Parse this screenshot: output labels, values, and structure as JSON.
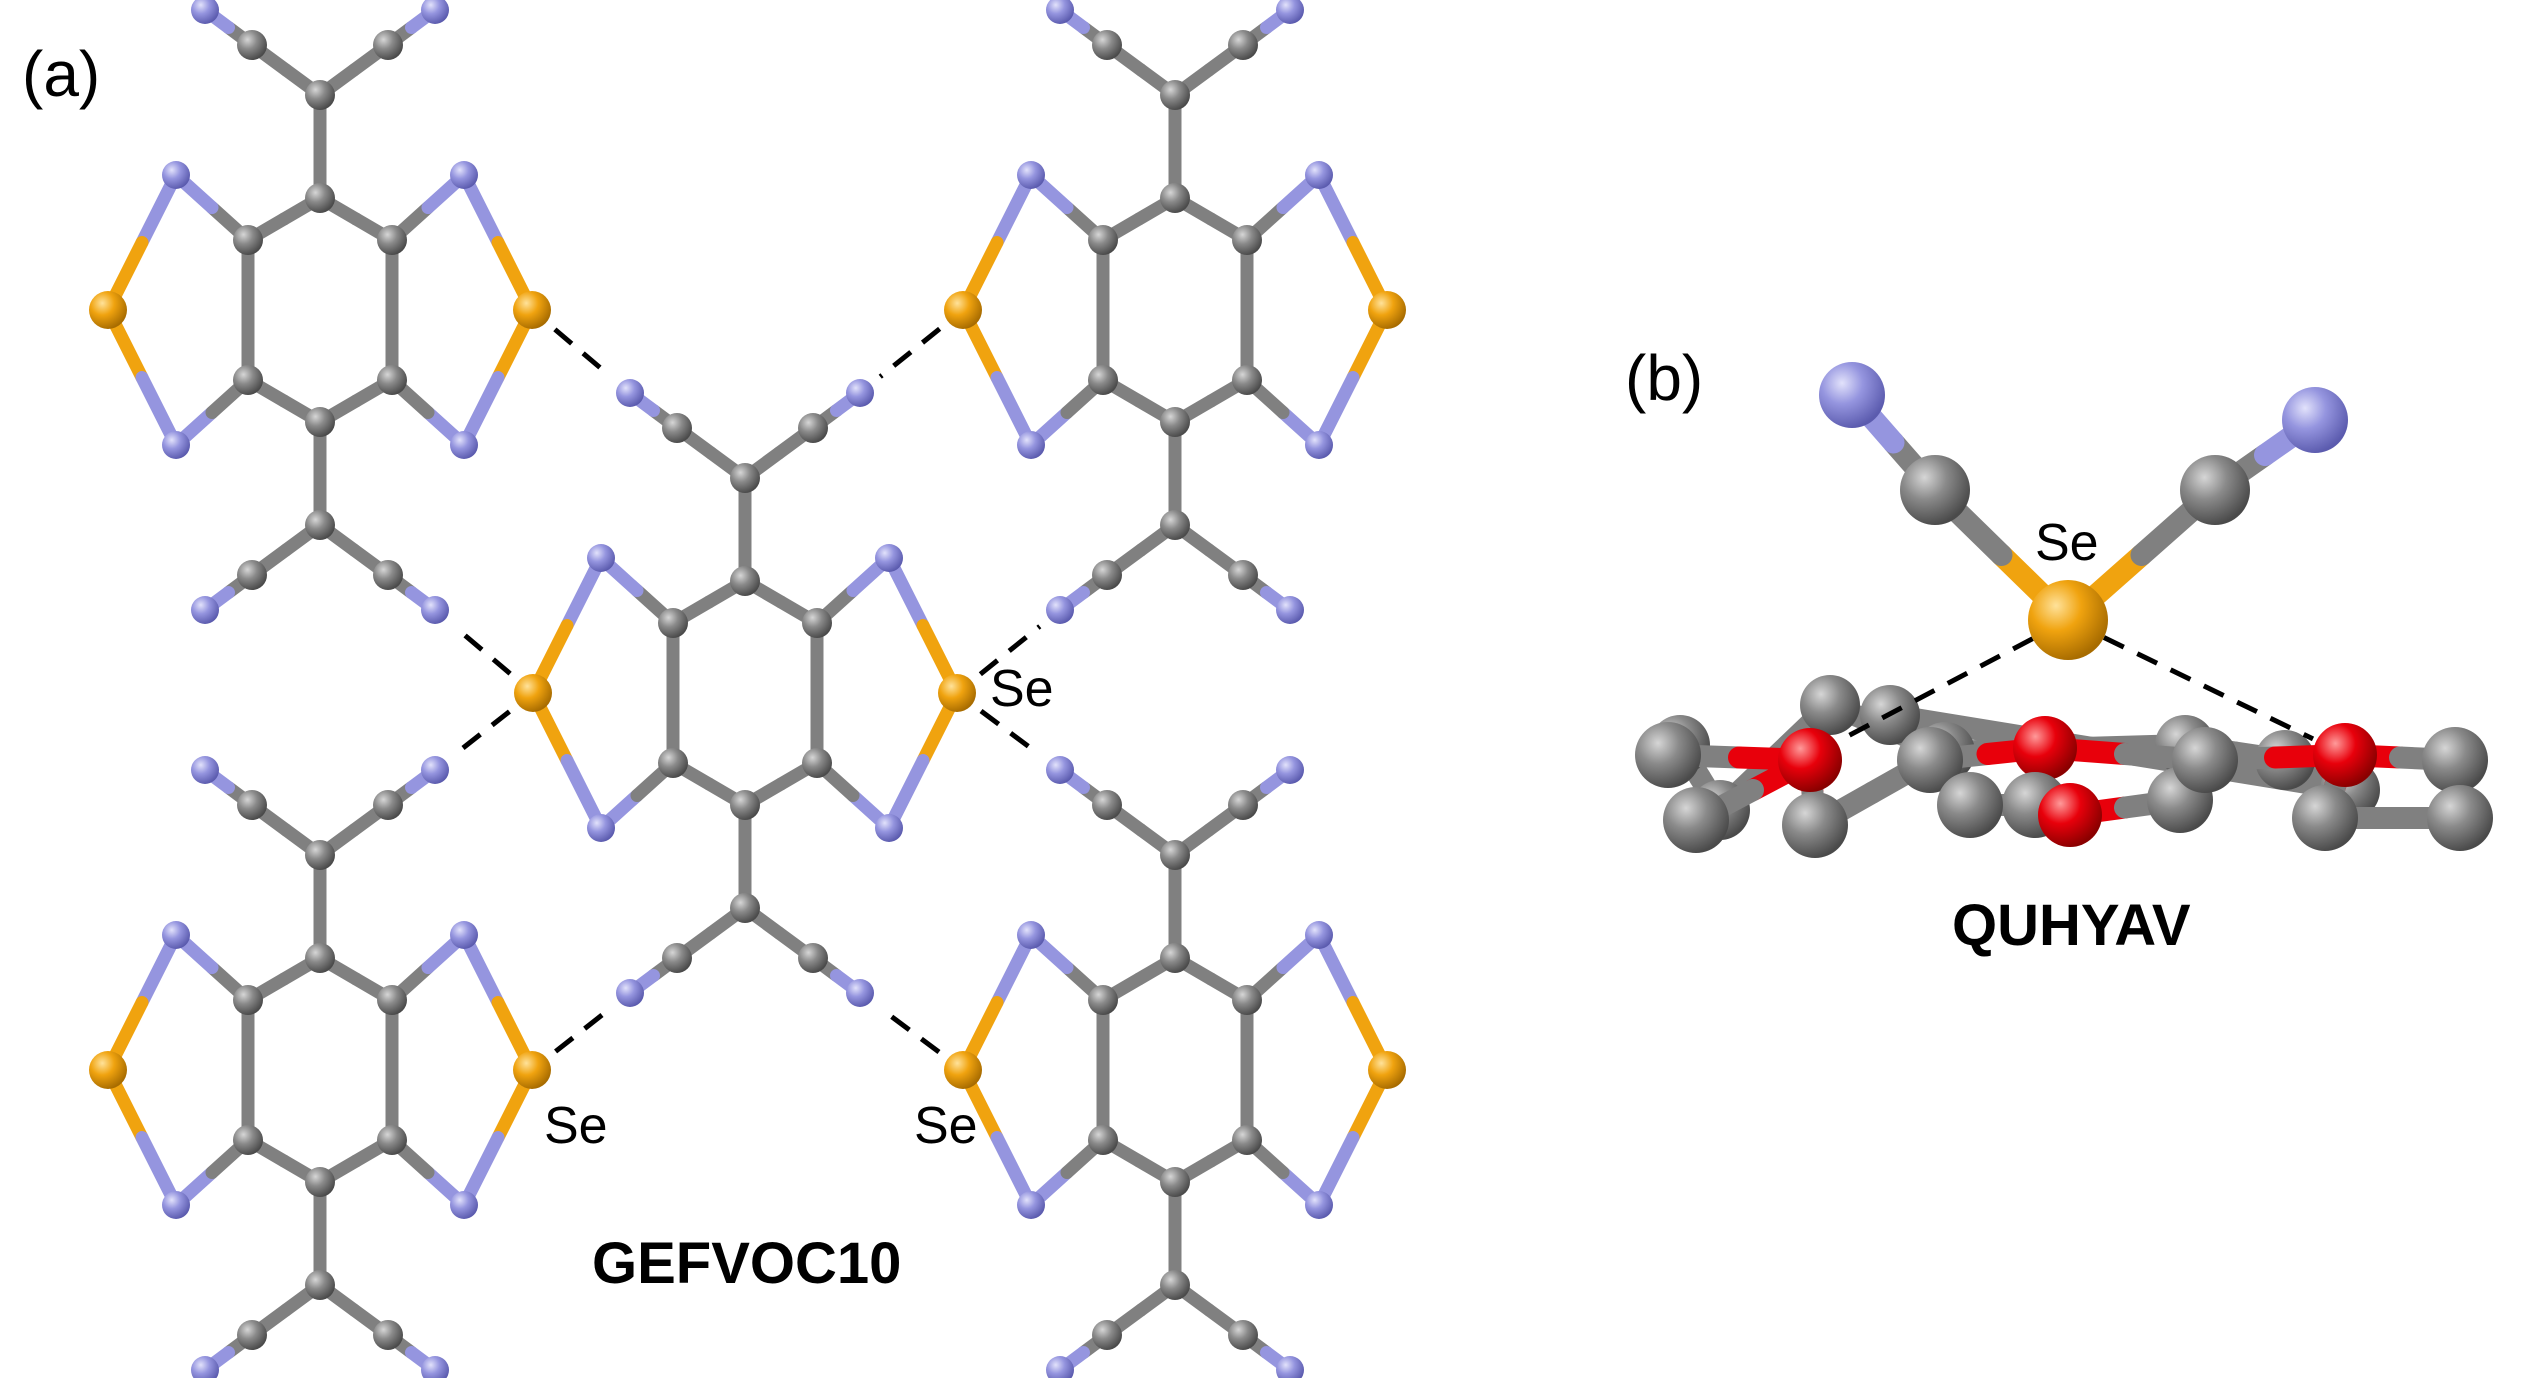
{
  "panels": {
    "a": {
      "label": "(a)",
      "code": "GEFVOC10"
    },
    "b": {
      "label": "(b)",
      "code": "QUHYAV"
    }
  },
  "atom_labels": {
    "se_center": "Se",
    "se_bottom_left": "Se",
    "se_bottom_right": "Se",
    "se_b": "Se"
  },
  "colors": {
    "carbon": "#808080",
    "nitrogen": "#9595df",
    "selenium": "#f0a30f",
    "oxygen": "#e8000b",
    "contact": "#000000"
  }
}
